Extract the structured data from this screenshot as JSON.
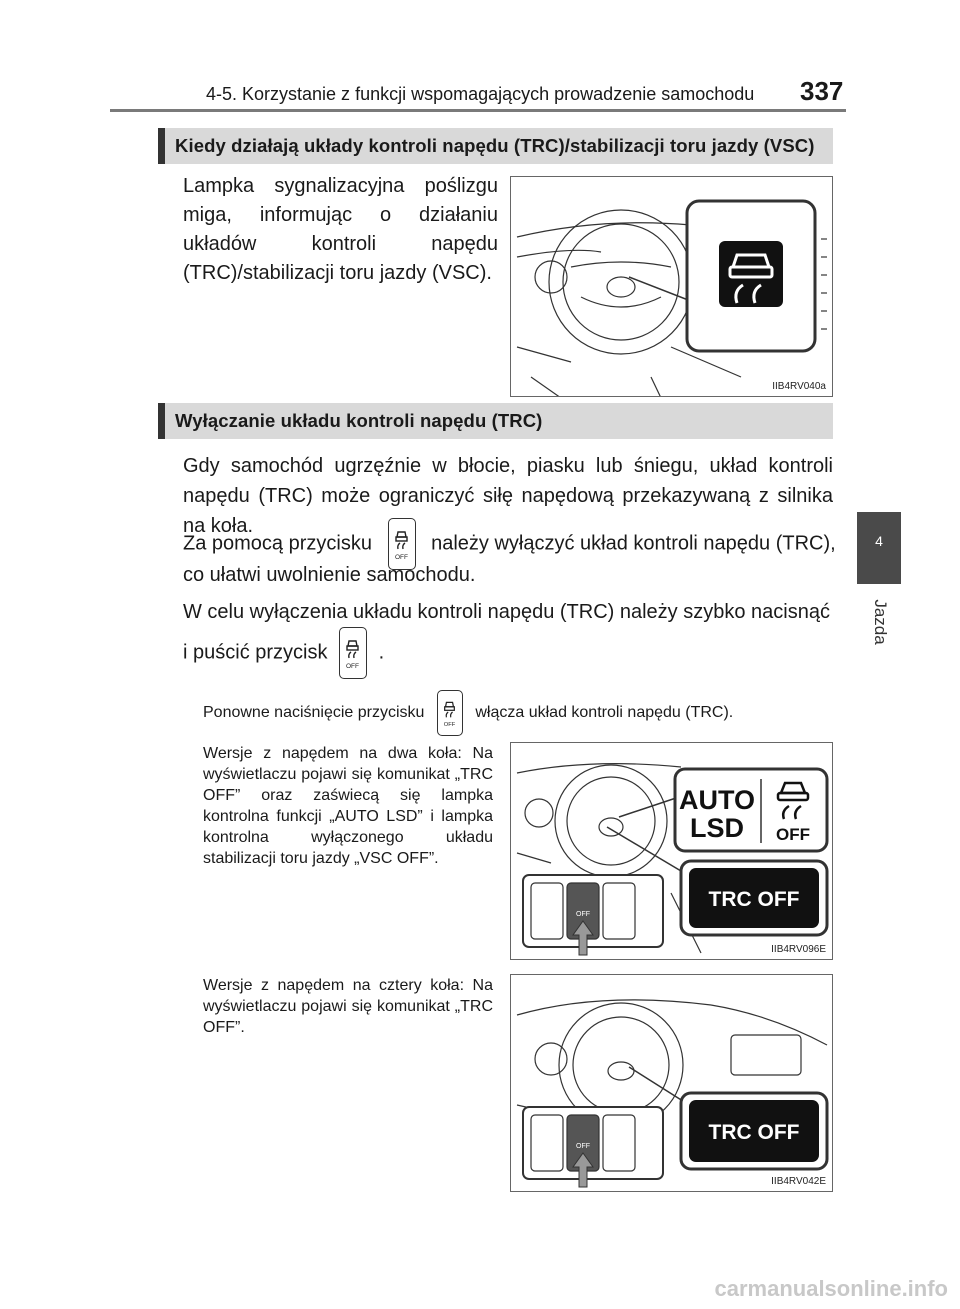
{
  "header": {
    "title": "4-5. Korzystanie z funkcji wspomagających prowadzenie samochodu",
    "page_number": "337"
  },
  "side_tab": {
    "number": "4",
    "label": "Jazda"
  },
  "section1": {
    "heading": "Kiedy działają układy kontroli napędu (TRC)/stabilizacji toru jazdy (VSC)",
    "text": "Lampka sygnalizacyjna poślizgu miga, informując o działaniu układów kontroli napędu (TRC)/stabilizacji toru jazdy (VSC).",
    "image_code": "IIB4RV040a"
  },
  "section2": {
    "heading": "Wyłączanie układu kontroli napędu (TRC)",
    "para1": "Gdy samochód ugrzęźnie w błocie, piasku lub śniegu, układ kontroli napędu (TRC) może ograniczyć siłę napędową przekazywaną z silnika na koła.",
    "para2_before": "Za pomocą przycisku",
    "para2_after": "należy wyłączyć układ kontroli napędu (TRC),",
    "para2_line2": "co ułatwi uwolnienie samochodu.",
    "para3_line1": "W celu wyłączenia układu kontroli napędu (TRC) należy szybko nacisnąć",
    "para3_before": "i puścić przycisk",
    "para3_after": ".",
    "note_before": "Ponowne naciśnięcie przycisku",
    "note_after": "włącza układ kontroli napędu (TRC).",
    "button_icon_label": "OFF",
    "two_wd_text": "Wersje z napędem na dwa koła: Na wyświetlaczu pojawi się komunikat „TRC OFF” oraz zaświecą się lampka kontrolna funkcji „AUTO LSD” i lampka kontrolna wyłączonego układu stabilizacji toru jazdy „VSC OFF”.",
    "two_wd_image_code": "IIB4RV096E",
    "auto_lsd_line1": "AUTO",
    "auto_lsd_line2": "LSD",
    "off_label": "OFF",
    "trc_off_label": "TRC OFF",
    "four_wd_text": "Wersje z napędem na cztery koła: Na wyświetlaczu pojawi się komunikat „TRC OFF”.",
    "four_wd_image_code": "IIB4RV042E"
  },
  "footer": {
    "watermark": "carmanualsonline.info"
  }
}
